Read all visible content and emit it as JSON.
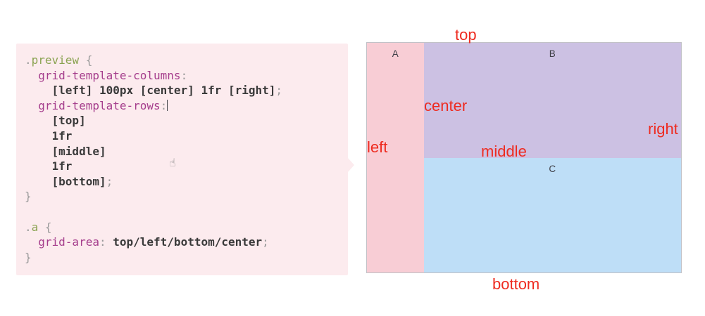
{
  "colors": {
    "panel_bg": "#fcebee",
    "selector_green": "#8aa351",
    "property_magenta": "#a53d8c",
    "punctuation_gray": "#9b9b9b",
    "code_text": "#3a3a3a",
    "label_red": "#ee2b20",
    "area_a_pink": "#f8cdd5",
    "area_b_purple": "#ccc1e3",
    "area_c_blue": "#bedef7",
    "grid_border": "#c2c2c7"
  },
  "icons": {
    "hand_cursor": "☝"
  },
  "code_panel": {
    "lines": [
      [
        {
          "c": "punc",
          "t": "."
        },
        {
          "c": "sel",
          "t": "preview"
        },
        {
          "c": "punc",
          "t": " {"
        }
      ],
      [
        {
          "c": "plain",
          "t": "  "
        },
        {
          "c": "prop",
          "t": "grid-template-columns"
        },
        {
          "c": "punc",
          "t": ":"
        }
      ],
      [
        {
          "c": "plain",
          "t": "    [left] 100px [center] 1fr [right]"
        },
        {
          "c": "punc",
          "t": ";"
        }
      ],
      [
        {
          "c": "plain",
          "t": "  "
        },
        {
          "c": "prop",
          "t": "grid-template-rows"
        },
        {
          "c": "punc",
          "t": ":"
        },
        {
          "c": "caret",
          "t": ""
        }
      ],
      [
        {
          "c": "plain",
          "t": "    [top]"
        }
      ],
      [
        {
          "c": "plain",
          "t": "    1fr"
        }
      ],
      [
        {
          "c": "plain",
          "t": "    [middle]"
        }
      ],
      [
        {
          "c": "plain",
          "t": "    1fr"
        }
      ],
      [
        {
          "c": "plain",
          "t": "    [bottom]"
        },
        {
          "c": "punc",
          "t": ";"
        }
      ],
      [
        {
          "c": "punc",
          "t": "}"
        }
      ],
      [],
      [
        {
          "c": "punc",
          "t": "."
        },
        {
          "c": "sel",
          "t": "a"
        },
        {
          "c": "punc",
          "t": " {"
        }
      ],
      [
        {
          "c": "plain",
          "t": "  "
        },
        {
          "c": "prop",
          "t": "grid-area"
        },
        {
          "c": "punc",
          "t": ": "
        },
        {
          "c": "plain",
          "t": "top/left/bottom/center"
        },
        {
          "c": "punc",
          "t": ";"
        }
      ],
      [
        {
          "c": "punc",
          "t": "}"
        }
      ]
    ]
  },
  "grid_preview": {
    "areas": [
      {
        "label": "A",
        "color": "#f8cdd5"
      },
      {
        "label": "B",
        "color": "#ccc1e3"
      },
      {
        "label": "C",
        "color": "#bedef7"
      }
    ],
    "line_labels": {
      "top": "top",
      "center": "center",
      "right": "right",
      "left": "left",
      "middle": "middle",
      "bottom": "bottom"
    }
  }
}
